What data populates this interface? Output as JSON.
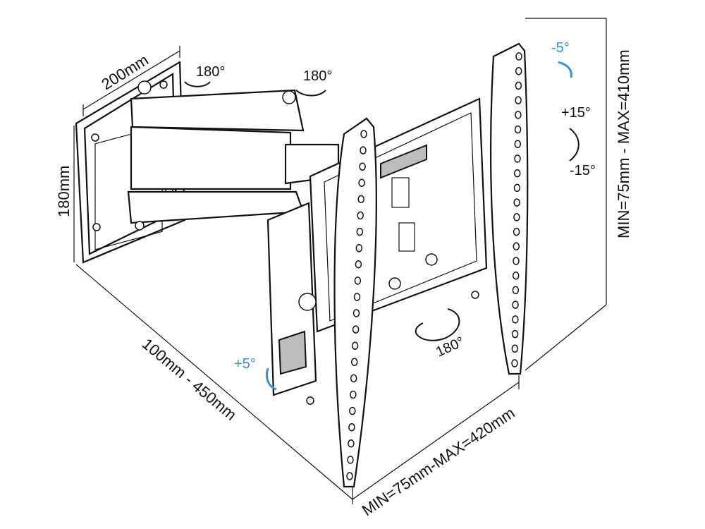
{
  "dimensions": {
    "wall_plate_width": "200mm",
    "wall_plate_height": "180mm",
    "extension": "100mm - 450mm",
    "vesa_horizontal": "MIN=75mm-MAX=420mm",
    "vesa_vertical": "MIN=75mm - MAX=410mm"
  },
  "rotations": {
    "wall_swivel": "180°",
    "arm_swivel": "180°",
    "head_swivel": "180°"
  },
  "tilts": {
    "tilt_up": "+15°",
    "tilt_down": "-15°",
    "level_plus": "+5°",
    "level_minus": "-5°"
  },
  "colors": {
    "line": "#111111",
    "accent_blue": "#3a8fd6"
  }
}
